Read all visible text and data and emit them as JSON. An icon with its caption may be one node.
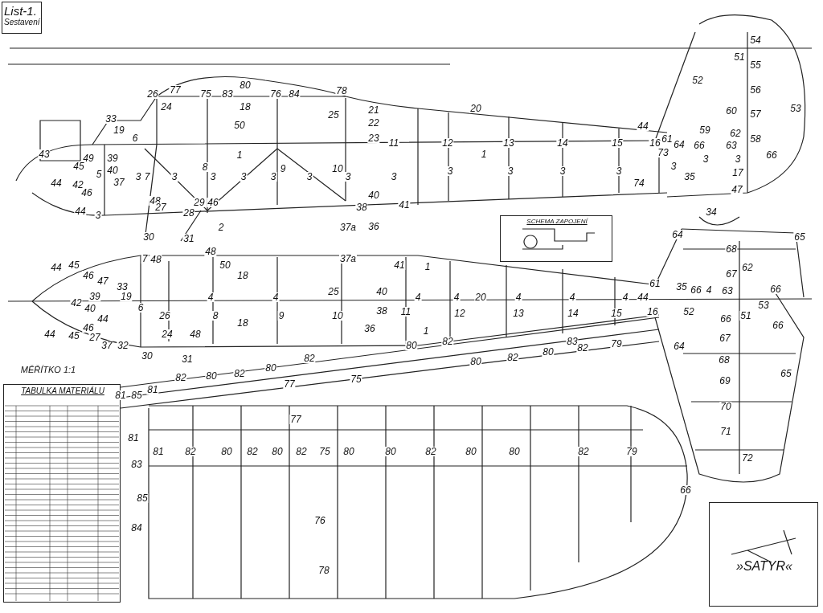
{
  "diagram": {
    "nodes": [
      {
        "text": [
          "List-1.",
          "Sestavení"
        ]
      },
      {
        "text": [
          "SCHEMA ZAPOJENÍ"
        ]
      },
      {
        "text": [
          "TABULKA MATERIÁLU"
        ]
      },
      {
        "text": [
          "»SATYR«"
        ]
      }
    ],
    "labels": [
      "26",
      "77",
      "75",
      "83",
      "80",
      "76",
      "84",
      "78",
      "24",
      "18",
      "21",
      "22",
      "23",
      "25",
      "50",
      "33",
      "19",
      "6",
      "43",
      "49",
      "39",
      "11",
      "20",
      "12",
      "13",
      "14",
      "15",
      "1",
      "1",
      "45",
      "40",
      "5",
      "37",
      "3",
      "7",
      "3",
      "8",
      "3",
      "3",
      "3",
      "9",
      "3",
      "10",
      "3",
      "3",
      "3",
      "3",
      "3",
      "3",
      "44",
      "42",
      "46",
      "40",
      "48",
      "27",
      "29",
      "46",
      "38",
      "41",
      "44",
      "3",
      "28",
      "2",
      "37a",
      "36",
      "54",
      "51",
      "55",
      "52",
      "56",
      "60",
      "57",
      "53",
      "44",
      "59",
      "62",
      "61",
      "58",
      "16",
      "64",
      "66",
      "63",
      "73",
      "66",
      "3",
      "3",
      "3",
      "17",
      "35",
      "74",
      "47",
      "34",
      "30",
      "31",
      "48",
      "64",
      "68",
      "65",
      "44",
      "45",
      "46",
      "7",
      "48",
      "50",
      "18",
      "37a",
      "41",
      "1",
      "67",
      "62",
      "47",
      "33",
      "25",
      "40",
      "61",
      "35",
      "66",
      "4",
      "63",
      "66",
      "39",
      "19",
      "4",
      "4",
      "4",
      "4",
      "20",
      "4",
      "4",
      "4",
      "44",
      "42",
      "40",
      "44",
      "6",
      "26",
      "8",
      "9",
      "10",
      "38",
      "11",
      "12",
      "13",
      "14",
      "15",
      "16",
      "52",
      "66",
      "51",
      "53",
      "44",
      "45",
      "46",
      "27",
      "24",
      "48",
      "18",
      "36",
      "1",
      "67",
      "66",
      "37",
      "32",
      "30",
      "31",
      "64",
      "68",
      "65",
      "69",
      "70",
      "71",
      "72",
      "MĚŘÍTKO 1:1",
      "81",
      "85",
      "81",
      "82",
      "80",
      "82",
      "80",
      "77",
      "82",
      "75",
      "80",
      "82",
      "80",
      "82",
      "80",
      "83",
      "82",
      "79",
      "77",
      "81",
      "81",
      "82",
      "80",
      "82",
      "80",
      "82",
      "75",
      "80",
      "80",
      "82",
      "80",
      "80",
      "82",
      "79",
      "83",
      "85",
      "84",
      "76",
      "78",
      "66"
    ]
  }
}
